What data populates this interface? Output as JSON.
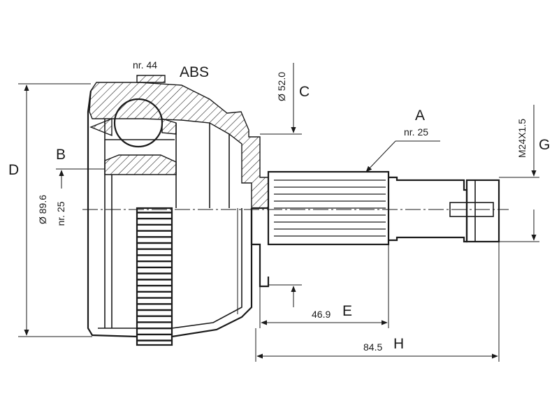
{
  "labels": {
    "abs": "ABS",
    "abs_teeth": "nr. 44",
    "spline_a_name": "A",
    "spline_a_teeth": "nr. 25",
    "inner_b_name": "B",
    "inner_b_teeth": "nr. 25",
    "diameter_c_name": "C",
    "diameter_c_value": "Ø 52.0",
    "diameter_d_name": "D",
    "diameter_d_value": "Ø 89.6",
    "length_e_name": "E",
    "length_e_value": "46.9",
    "length_h_name": "H",
    "length_h_value": "84.5",
    "thread_g_name": "G",
    "thread_g_value": "M24X1.5"
  },
  "colors": {
    "line": "#1a1a1a",
    "background": "#ffffff"
  },
  "abs_ring": {
    "teeth_shown": 22
  },
  "outer_spline": {
    "ridges_shown": 9
  }
}
